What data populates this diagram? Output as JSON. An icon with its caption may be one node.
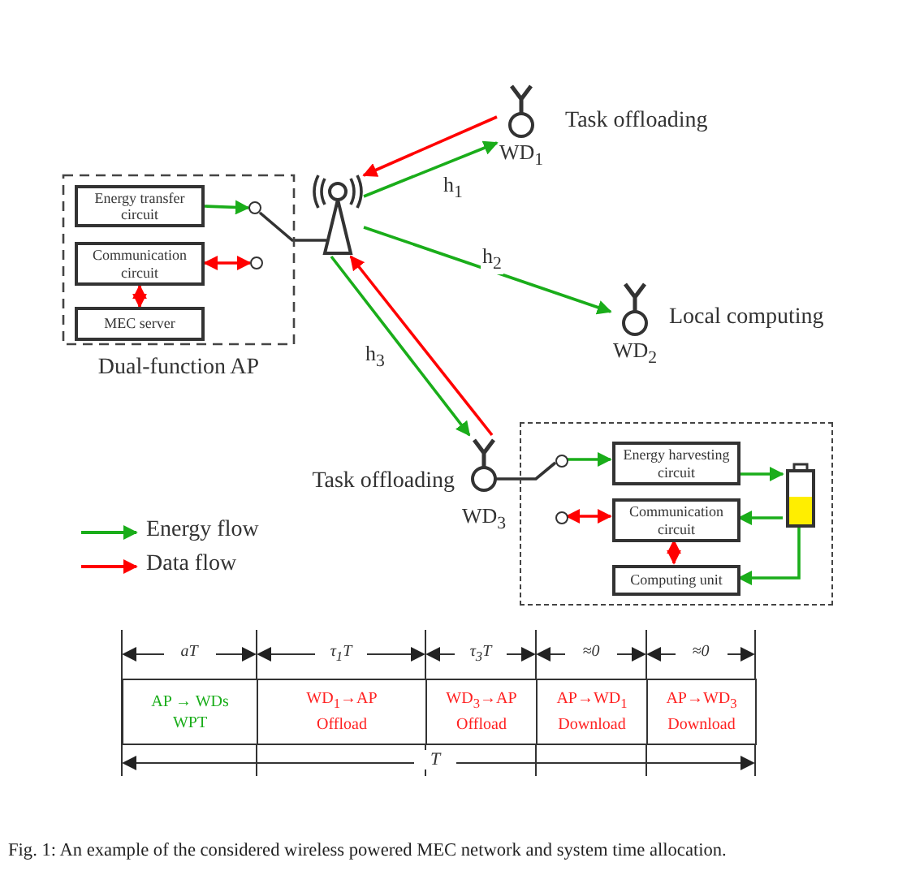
{
  "diagram": {
    "caption": "Fig. 1: An example of the considered wireless powered MEC network and system time allocation.",
    "nodes": [
      {
        "text": [
          "Dual-function AP"
        ]
      },
      {
        "text": [
          "Energy transfer circuit"
        ],
        "in": 0
      },
      {
        "text": [
          "Communication circuit"
        ],
        "in": 0
      },
      {
        "text": [
          "MEC server"
        ],
        "in": 0
      },
      {
        "text": [],
        "shape": "circle",
        "in": 0
      },
      {
        "text": [],
        "shape": "circle",
        "in": 0
      },
      {
        "text": [],
        "shape": "antenna"
      },
      {
        "text": [
          "WD$_{1}$"
        ],
        "beside": [
          "Task offloading"
        ]
      },
      {
        "text": [
          "WD$_{2}$"
        ],
        "beside": [
          "Local computing"
        ]
      },
      {
        "text": [
          "WD$_{3}$"
        ],
        "beside": [
          "Task offloading"
        ]
      },
      {
        "text": [],
        "shape": "box"
      },
      {
        "text": [],
        "shape": "circle",
        "in": 10
      },
      {
        "text": [],
        "shape": "circle",
        "in": 10
      },
      {
        "text": [
          "Energy harvesting circuit"
        ],
        "in": 10
      },
      {
        "text": [
          "Communication circuit"
        ],
        "in": 10
      },
      {
        "text": [
          "Computing unit"
        ],
        "in": 10
      },
      {
        "text": [],
        "shape": "battery",
        "in": 10
      }
    ],
    "edges": [
      {
        "from": 1,
        "to": 4,
        "arrow": "to"
      },
      {
        "from": 4,
        "to": 6,
        "arrow": "none",
        "color": "#333333"
      },
      {
        "from": 9,
        "to": 11,
        "arrow": "none",
        "color": "#333333"
      },
      {
        "from": 2,
        "to": 5,
        "arrow": "both",
        "color": "#ff0000"
      },
      {
        "from": 2,
        "to": 3,
        "arrow": "both",
        "color": "#ff0000"
      },
      {
        "from": 6,
        "to": 7,
        "arrow": "to",
        "label": "h$_{1}$"
      },
      {
        "from": 7,
        "to": 6,
        "arrow": "to",
        "color": "#ff0000"
      },
      {
        "from": 6,
        "to": 8,
        "arrow": "to",
        "label": "h$_{2}$"
      },
      {
        "from": 6,
        "to": 9,
        "arrow": "to",
        "label": "h$_{3}$"
      },
      {
        "from": 9,
        "to": 6,
        "arrow": "to",
        "color": "#ff0000"
      },
      {
        "from": 11,
        "to": 13,
        "arrow": "to"
      },
      {
        "from": 13,
        "to": 16,
        "arrow": "to"
      },
      {
        "from": 16,
        "to": 14,
        "arrow": "to"
      },
      {
        "from": 16,
        "to": 15,
        "arrow": "to"
      },
      {
        "from": 12,
        "to": 14,
        "arrow": "both",
        "color": "#ff0000"
      },
      {
        "from": 14,
        "to": 15,
        "arrow": "both",
        "color": "#ff0000"
      }
    ],
    "labels": [
      "aT",
      "τ$_{1}$T",
      "τ$_{3}$T",
      "≈0",
      "≈0",
      "AP → WDs WPT",
      "WD$_{1}$→AP Offload",
      "WD$_{3}$→AP Offload",
      "AP→WD$_{1}$ Download",
      "AP→WD$_{3}$ Download",
      "T"
    ],
    "legend": [
      {
        "text": "Energy flow"
      },
      {
        "text": "Data flow"
      }
    ]
  }
}
